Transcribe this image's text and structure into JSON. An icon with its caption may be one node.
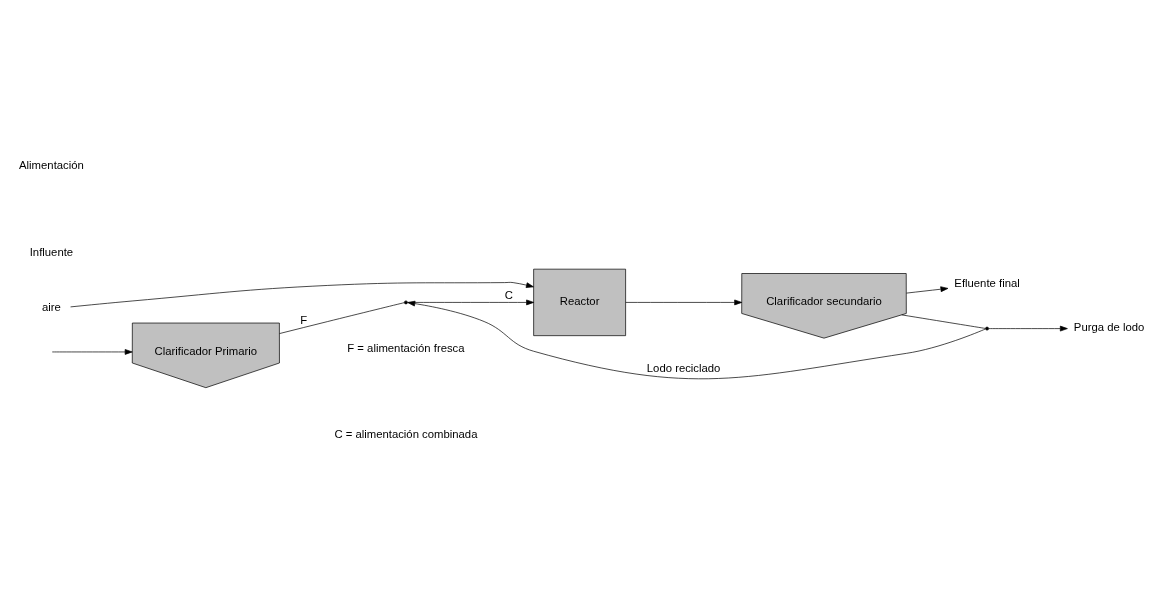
{
  "diagram": {
    "nodes": [
      {
        "text": [
          "Clarificador Primario"
        ]
      },
      {
        "text": [],
        "shape": "point"
      },
      {
        "text": [
          "Reactor"
        ]
      },
      {
        "text": [
          "Clarificador secundario"
        ]
      },
      {
        "text": [
          "Efluente final"
        ]
      },
      {
        "text": [
          "aire"
        ]
      },
      {
        "text": [],
        "shape": "point"
      },
      {
        "text": [
          "Purga de lodo"
        ]
      }
    ],
    "edges": [
      {
        "from": null,
        "to": 0,
        "arrow": "to"
      },
      {
        "from": 0,
        "to": 1,
        "arrow": "none",
        "label": "F"
      },
      {
        "from": 1,
        "to": 2,
        "arrow": "to",
        "label": "C"
      },
      {
        "from": 2,
        "to": 3,
        "arrow": "to"
      },
      {
        "from": 3,
        "to": 4,
        "arrow": "to"
      },
      {
        "from": 5,
        "to": 2,
        "arrow": "to"
      },
      {
        "from": 3,
        "to": 6,
        "arrow": "none"
      },
      {
        "from": 6,
        "to": 7,
        "arrow": "to"
      },
      {
        "from": 6,
        "to": 1,
        "arrow": "to",
        "label": "Lodo reciclado"
      }
    ],
    "labels": [
      "Alimentación",
      "Influente",
      "F = alimentación fresca",
      "C = alimentación combinada"
    ]
  }
}
